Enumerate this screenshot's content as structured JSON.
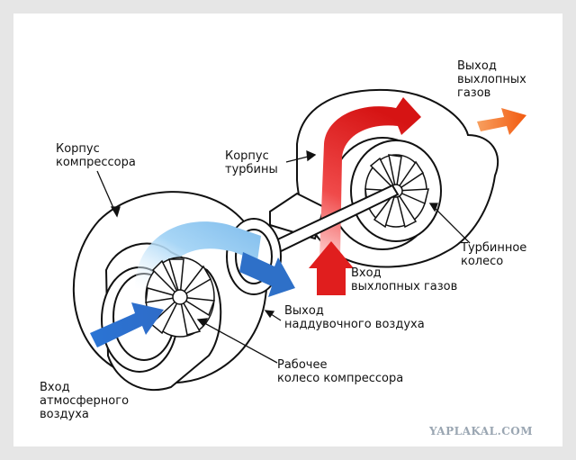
{
  "labels": {
    "compressor_housing": "Корпус\nкомпрессора",
    "turbine_housing": "Корпус\nтурбины",
    "exhaust_out": "Выход\nвыхлопных\nгазов",
    "turbine_wheel": "Турбинное\nколесо",
    "exhaust_in": "Вход\nвыхлопных газов",
    "boost_air_out": "Выход\nнаддувочного воздуха",
    "compressor_wheel": "Рабочее\nколесо компрессора",
    "atmospheric_air_in": "Вход\nатмосферного\nвоздуха"
  },
  "watermark": "YAPLAKAL.COM",
  "colors": {
    "exhaust_flow": "#e01e1e",
    "exhaust_out_arrow": "#f36a1a",
    "air_flow": "#1f6fd0",
    "air_light": "#9fd0f3",
    "outline": "#111111"
  }
}
